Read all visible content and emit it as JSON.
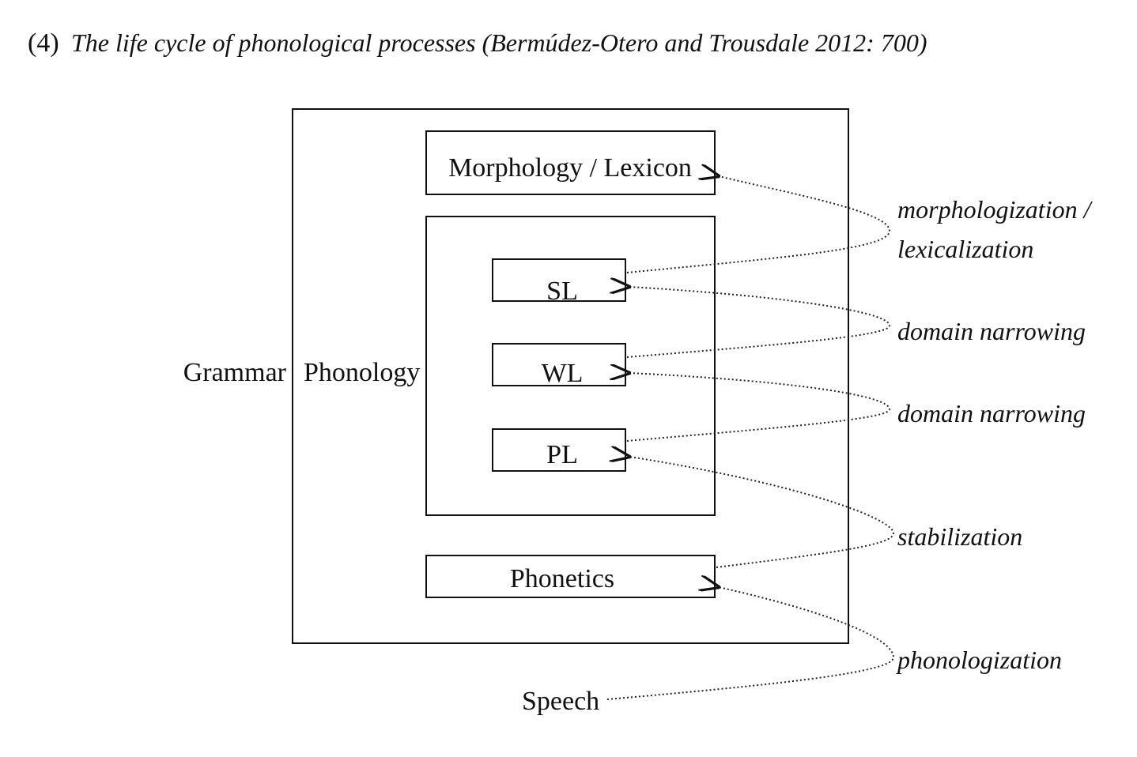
{
  "title": {
    "number": "(4)",
    "text": "The life cycle of phonological processes (Bermúdez-Otero and Trousdale 2012: 700)"
  },
  "diagram": {
    "outer_label": "Grammar",
    "inner_label": "Phonology",
    "morphology": "Morphology / Lexicon",
    "levels": [
      "SL",
      "WL",
      "PL"
    ],
    "phonetics": "Phonetics",
    "speech": "Speech",
    "processes": {
      "morphologization_1": "morphologization /",
      "morphologization_2": "lexicalization",
      "narrowing_1": "domain narrowing",
      "narrowing_2": "domain narrowing",
      "stabilization": "stabilization",
      "phonologization": "phonologization"
    }
  }
}
